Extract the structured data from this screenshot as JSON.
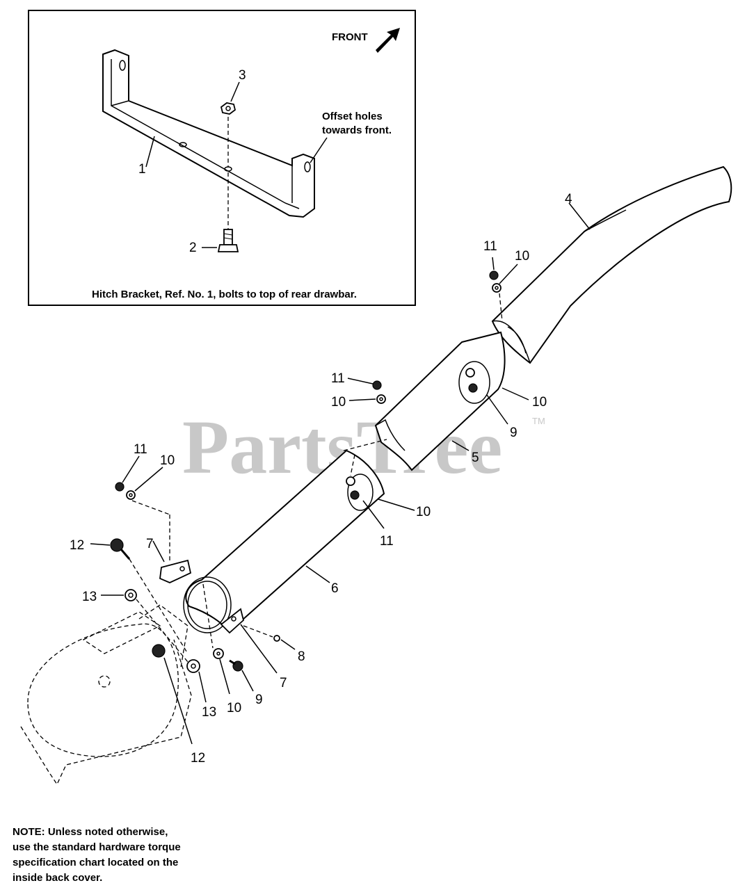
{
  "inset": {
    "front_label": "FRONT",
    "offset_note_line1": "Offset holes",
    "offset_note_line2": "towards front.",
    "caption": "Hitch Bracket, Ref. No. 1, bolts to top of rear drawbar."
  },
  "callouts": {
    "c1": "1",
    "c2": "2",
    "c3": "3",
    "c4": "4",
    "c5": "5",
    "c6": "6",
    "c7a": "7",
    "c7b": "7",
    "c8": "8",
    "c9a": "9",
    "c9b": "9",
    "c10a": "10",
    "c10b": "10",
    "c10c": "10",
    "c10d": "10",
    "c10e": "10",
    "c10f": "10",
    "c11a": "11",
    "c11b": "11",
    "c11c": "11",
    "c11d": "11",
    "c12a": "12",
    "c12b": "12",
    "c13a": "13",
    "c13b": "13"
  },
  "watermark": {
    "text": "PartsTree",
    "tm": "TM"
  },
  "note": {
    "line1": "NOTE: Unless noted otherwise,",
    "line2": "use the standard hardware torque",
    "line3": "specification chart located on the",
    "line4": "inside back cover."
  }
}
